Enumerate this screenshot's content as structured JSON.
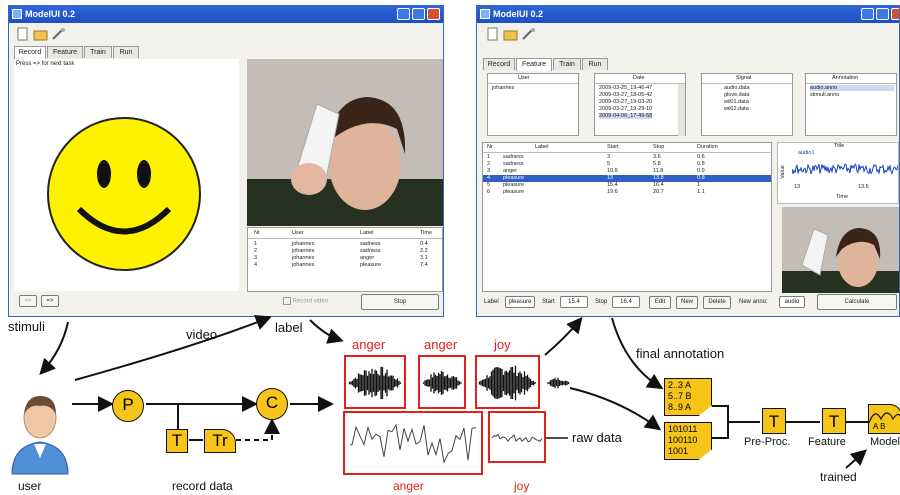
{
  "left_window": {
    "title": "ModelUI 0.2",
    "tabs": [
      "Record",
      "Feature",
      "Train",
      "Run"
    ],
    "hint": "Press => for next task",
    "table_headers": [
      "Nr",
      "User",
      "Label",
      "Time"
    ],
    "rows": [
      [
        "1",
        "johannes",
        "sadness",
        "0.4"
      ],
      [
        "2",
        "johannes",
        "sadness",
        "2.2"
      ],
      [
        "3",
        "johannes",
        "anger",
        "3.1"
      ],
      [
        "4",
        "johannes",
        "pleasure",
        "7.4"
      ]
    ],
    "back_button": "<=",
    "next_button": "=>",
    "record_video": "Record video",
    "stop_button": "Stop"
  },
  "right_window": {
    "title": "ModelUI 0.2",
    "tabs": [
      "Record",
      "Feature",
      "Train",
      "Run"
    ],
    "list_headers": [
      "User",
      "Date",
      "Signal",
      "Annotation"
    ],
    "users": [
      "johannes"
    ],
    "dates": [
      "2009-03-25_19-46-47",
      "2009-03-27_18-05-42",
      "2009-03-27_19-03-20",
      "2009-03-27_19-29-10",
      "2009-04-06_17-49-58"
    ],
    "signals": [
      "audio.data",
      "glove.data",
      "wii01.data",
      "wii02.data"
    ],
    "annotations": [
      "audio.anno",
      "stimuli.anno"
    ],
    "table_headers": [
      "Nr",
      "Label",
      "Start",
      "Stop",
      "Duration"
    ],
    "rows": [
      [
        "1",
        "sadness",
        "3",
        "3.6",
        "0.6"
      ],
      [
        "2",
        "sadness",
        "5",
        "5.8",
        "0.8"
      ],
      [
        "3",
        "anger",
        "10.9",
        "11.8",
        "0.9"
      ],
      [
        "4",
        "pleasure",
        "13",
        "13.8",
        "0.8"
      ],
      [
        "5",
        "pleasure",
        "15.4",
        "16.4",
        "1"
      ],
      [
        "6",
        "pleasure",
        "19.6",
        "20.7",
        "1.1"
      ]
    ],
    "selected_row": 3,
    "plot_title": "Title",
    "plot_legend": "audio1",
    "plot_xlabel": "Time",
    "plot_ylabel": "Value",
    "plot_ticks": [
      "13",
      "13.5"
    ],
    "label_field_label": "Label",
    "label_value": "pleasure",
    "start_label": "Start",
    "start_value": "15.4",
    "stop_label": "Stop",
    "stop_value": "16.4",
    "edit_button": "Edit",
    "new_button": "New",
    "delete_button": "Delete",
    "new_anno_label": "New anno:",
    "new_anno_value": "audio",
    "calculate_button": "Calculate"
  },
  "diagram": {
    "stimuli": "stimuli",
    "video": "video",
    "label": "label",
    "user": "user",
    "record_data": "record data",
    "p": "P",
    "c": "C",
    "t": "T",
    "tr": "Tr",
    "segment_labels_top": [
      "anger",
      "anger",
      "joy"
    ],
    "segment_labels_bottom": [
      "anger",
      "joy"
    ],
    "raw_data": "raw data",
    "final_annotation": "final annotation",
    "anno_lines": [
      "2..3 A",
      "5..7 B",
      "8..9 A"
    ],
    "binary_lines": [
      "101011",
      "100110",
      "1001"
    ],
    "preproc": "Pre-Proc.",
    "feature": "Feature",
    "model": "Model",
    "model_ab": "A B",
    "trained": "trained"
  },
  "colors": {
    "accent_red": "#e0201b",
    "node_yellow": "#f7c418",
    "title_blue": "#1f4fbf"
  }
}
